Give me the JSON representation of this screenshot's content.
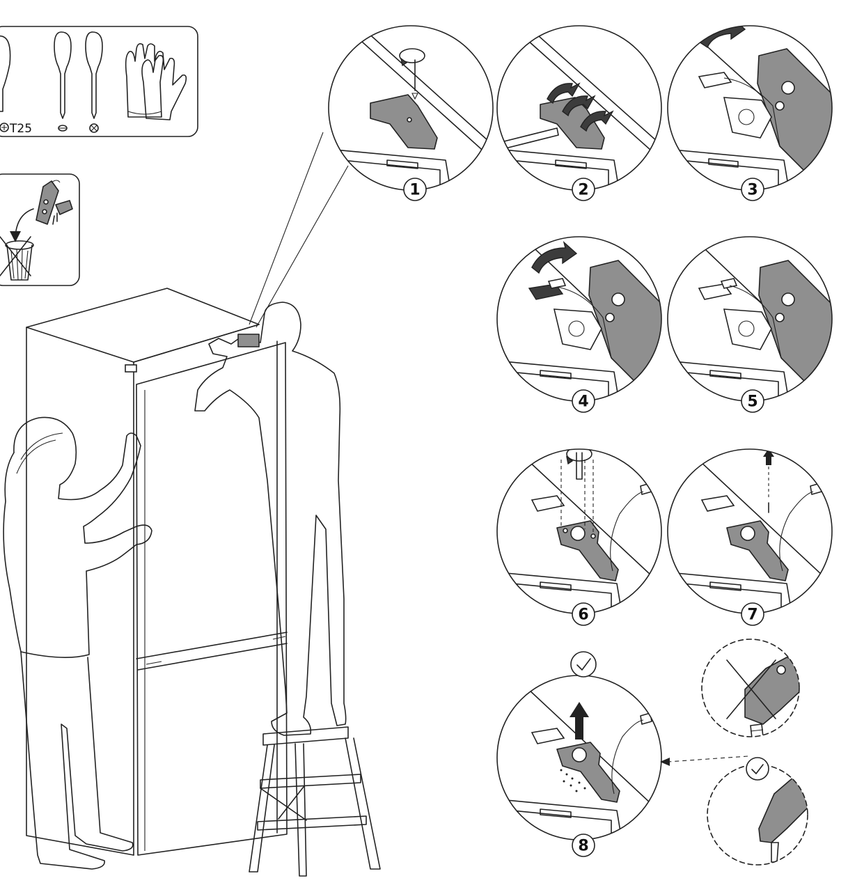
{
  "tools": {
    "torx_label": "T25"
  },
  "steps": [
    {
      "number": "1"
    },
    {
      "number": "2"
    },
    {
      "number": "3"
    },
    {
      "number": "4"
    },
    {
      "number": "5"
    },
    {
      "number": "6"
    },
    {
      "number": "7"
    },
    {
      "number": "8"
    }
  ],
  "icons": {
    "screwdriver": "screwdriver-icon",
    "gloves": "gloves-icon",
    "keep_parts": "do-not-discard-icon",
    "correct": "checkmark-icon",
    "wrong": "cross-icon"
  }
}
